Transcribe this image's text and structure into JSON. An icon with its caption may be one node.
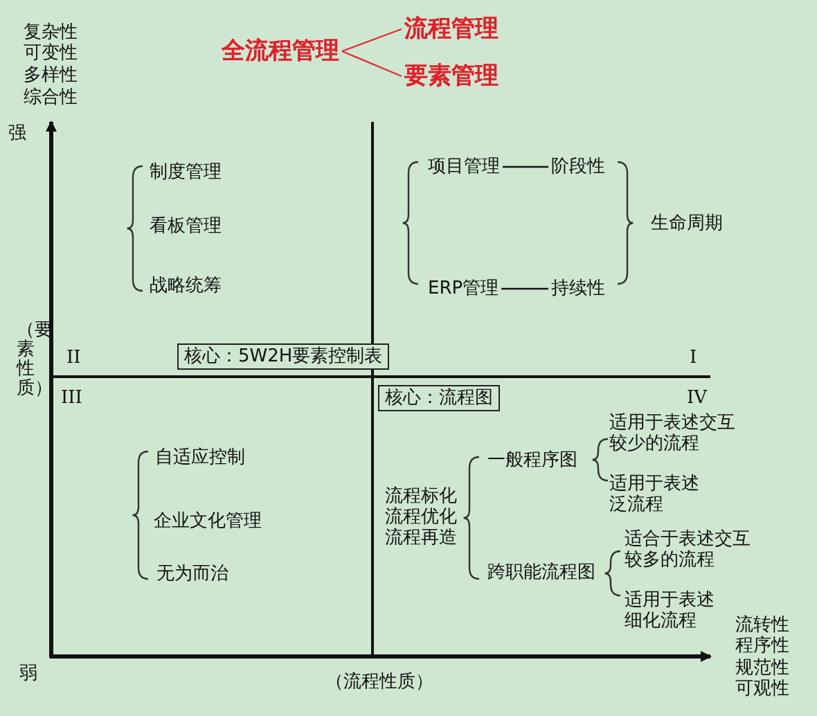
{
  "diagram": {
    "nodes": [
      {
        "text": [
          "全流程管理"
        ]
      },
      {
        "text": [
          "流程管理"
        ]
      },
      {
        "text": [
          "要素管理"
        ]
      },
      {
        "text": [
          "制度管理"
        ]
      },
      {
        "text": [
          "看板管理"
        ]
      },
      {
        "text": [
          "战略统筹"
        ]
      },
      {
        "text": [
          "项目管理"
        ]
      },
      {
        "text": [
          "阶段性"
        ]
      },
      {
        "text": [
          "ERP管理"
        ]
      },
      {
        "text": [
          "持续性"
        ]
      },
      {
        "text": [
          "生命周期"
        ]
      },
      {
        "text": [
          "核心：5W2H要素控制表"
        ]
      },
      {
        "text": [
          "核心：流程图"
        ]
      },
      {
        "text": [
          "自适应控制"
        ]
      },
      {
        "text": [
          "企业文化管理"
        ]
      },
      {
        "text": [
          "无为而治"
        ]
      },
      {
        "text": [
          "流程标化",
          "流程优化",
          "流程再造"
        ]
      },
      {
        "text": [
          "一般程序图"
        ]
      },
      {
        "text": [
          "适用于表述交互较少的流程"
        ]
      },
      {
        "text": [
          "适用于表述泛流程"
        ]
      },
      {
        "text": [
          "跨职能流程图"
        ]
      },
      {
        "text": [
          "适合于表述交互较多的流程"
        ]
      },
      {
        "text": [
          "适用于表述细化流程"
        ]
      }
    ],
    "edges": [
      {
        "from": 0,
        "to": 1,
        "arrow": "none",
        "color": "#e0303a"
      },
      {
        "from": 0,
        "to": 2,
        "arrow": "none",
        "color": "#e0303a"
      },
      {
        "from": 6,
        "to": 7,
        "arrow": "none",
        "color": "#111111"
      },
      {
        "from": 8,
        "to": 9,
        "arrow": "none",
        "color": "#111111"
      }
    ],
    "labels": [
      "复杂性",
      "可变性",
      "多样性",
      "综合性",
      "强",
      "（要素性质）",
      "II",
      "I",
      "III",
      "IV",
      "弱",
      "（流程性质）",
      "流转性",
      "程序性",
      "规范性",
      "可观性"
    ]
  }
}
